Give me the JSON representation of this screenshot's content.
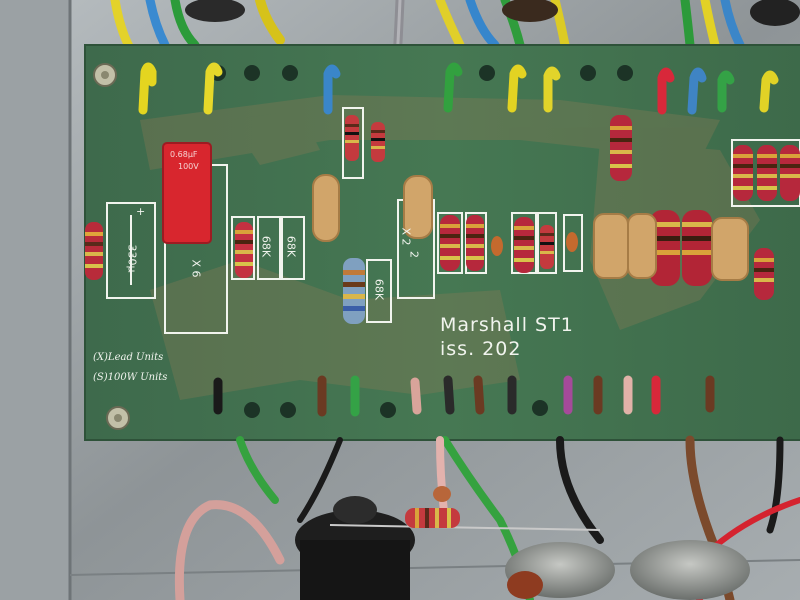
{
  "board": {
    "title": "Marshall ST1",
    "issue": "iss. 202",
    "notes": [
      "(X)Lead Units",
      "(S)100W Units"
    ]
  },
  "silkscreen": {
    "cap_330": "330µ",
    "cap_plus": "+",
    "x6": "X 6",
    "r_68k_a": "68K",
    "r_68k_b": "68K",
    "r_68k_c": "68K",
    "x2": "X 2",
    "x2_sub": "2"
  },
  "capacitor_marking": [
    "0.68µF",
    "100V"
  ],
  "colors": {
    "pcb": "#3f6f4c",
    "chassis": "#9aa0a3",
    "silkscreen": "#f1f4ee"
  }
}
